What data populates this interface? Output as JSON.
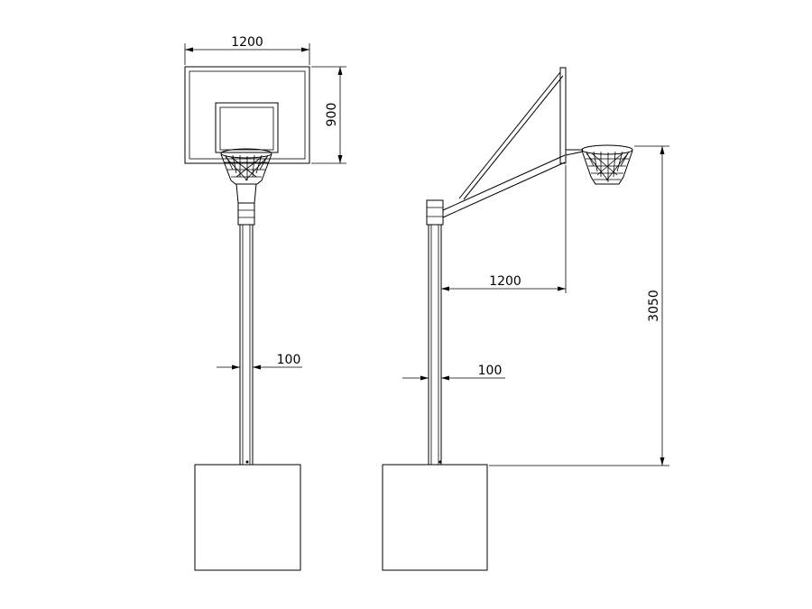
{
  "front_view": {
    "board_width_label": "1200",
    "board_height_label": "900",
    "pole_diameter_label": "100"
  },
  "side_view": {
    "overhang_label": "1200",
    "pole_diameter_label": "100",
    "rim_height_label": "3050"
  },
  "colors": {
    "line": "#000000",
    "background": "#ffffff"
  }
}
